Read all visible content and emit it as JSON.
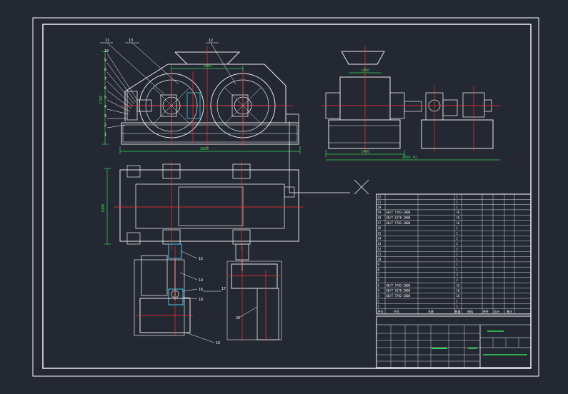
{
  "colors": {
    "background": "#232832",
    "frame": "#ffffff",
    "outline": "#e8e8e8",
    "centerline": "#ff3030",
    "dimension": "#39d65a",
    "accent": "#3ad0e8",
    "leader": "#ffffff"
  },
  "front_view": {
    "part_balloons": [
      "11",
      "10",
      "9",
      "8",
      "7",
      "6",
      "5",
      "4",
      "3",
      "2",
      "1"
    ],
    "top_balloons": [
      "13",
      "12"
    ],
    "width_dim": "3800",
    "height_dim": "1780",
    "inner_dim": "2480"
  },
  "side_view": {
    "width_dim": "1400",
    "top_dim": "1000",
    "offset_dim": "2650.41"
  },
  "plan_view": {
    "height_dim": "1800",
    "balloons": [
      "15",
      "14",
      "16",
      "17",
      "18",
      "19",
      "20"
    ]
  },
  "parts_table": {
    "rows": [
      {
        "no": "22",
        "code": "",
        "name": "",
        "qty": "1",
        "mat": ""
      },
      {
        "no": "21",
        "code": "",
        "name": "",
        "qty": "1",
        "mat": ""
      },
      {
        "no": "20",
        "code": "",
        "name": "",
        "qty": "1",
        "mat": ""
      },
      {
        "no": "19",
        "code": "GB/T 5783-2000",
        "name": "",
        "qty": "16",
        "mat": ""
      },
      {
        "no": "18",
        "code": "GB/T 6170-2000",
        "name": "",
        "qty": "16",
        "mat": ""
      },
      {
        "no": "17",
        "code": "GB/T 5782-2000",
        "name": "",
        "qty": "16",
        "mat": ""
      },
      {
        "no": "16",
        "code": "",
        "name": "",
        "qty": "1",
        "mat": ""
      },
      {
        "no": "15",
        "code": "",
        "name": "",
        "qty": "1",
        "mat": ""
      },
      {
        "no": "14",
        "code": "",
        "name": "",
        "qty": "1",
        "mat": ""
      },
      {
        "no": "13",
        "code": "",
        "name": "",
        "qty": "2",
        "mat": ""
      },
      {
        "no": "12",
        "code": "",
        "name": "",
        "qty": "2",
        "mat": ""
      },
      {
        "no": "11",
        "code": "",
        "name": "",
        "qty": "1",
        "mat": ""
      },
      {
        "no": "10",
        "code": "",
        "name": "",
        "qty": "1",
        "mat": ""
      },
      {
        "no": "9",
        "code": "",
        "name": "",
        "qty": "1",
        "mat": ""
      },
      {
        "no": "8",
        "code": "",
        "name": "",
        "qty": "1",
        "mat": ""
      },
      {
        "no": "7",
        "code": "",
        "name": "",
        "qty": "2",
        "mat": ""
      },
      {
        "no": "6",
        "code": "",
        "name": "",
        "qty": "2",
        "mat": ""
      },
      {
        "no": "5",
        "code": "GB/T 5783-2000",
        "name": "",
        "qty": "16",
        "mat": ""
      },
      {
        "no": "4",
        "code": "GB/T 6170-2000",
        "name": "",
        "qty": "16",
        "mat": ""
      },
      {
        "no": "3",
        "code": "GB/T 5782-2000",
        "name": "",
        "qty": "16",
        "mat": ""
      },
      {
        "no": "2",
        "code": "",
        "name": "",
        "qty": "1",
        "mat": ""
      },
      {
        "no": "1",
        "code": "",
        "name": "",
        "qty": "1",
        "mat": ""
      }
    ],
    "header": {
      "no": "序号",
      "code": "代号",
      "name": "名称",
      "qty": "数量",
      "mat": "材料",
      "w1": "单件",
      "w2": "总计",
      "note": "备注"
    }
  },
  "title_block": {
    "school": "",
    "drawing_name": ""
  }
}
